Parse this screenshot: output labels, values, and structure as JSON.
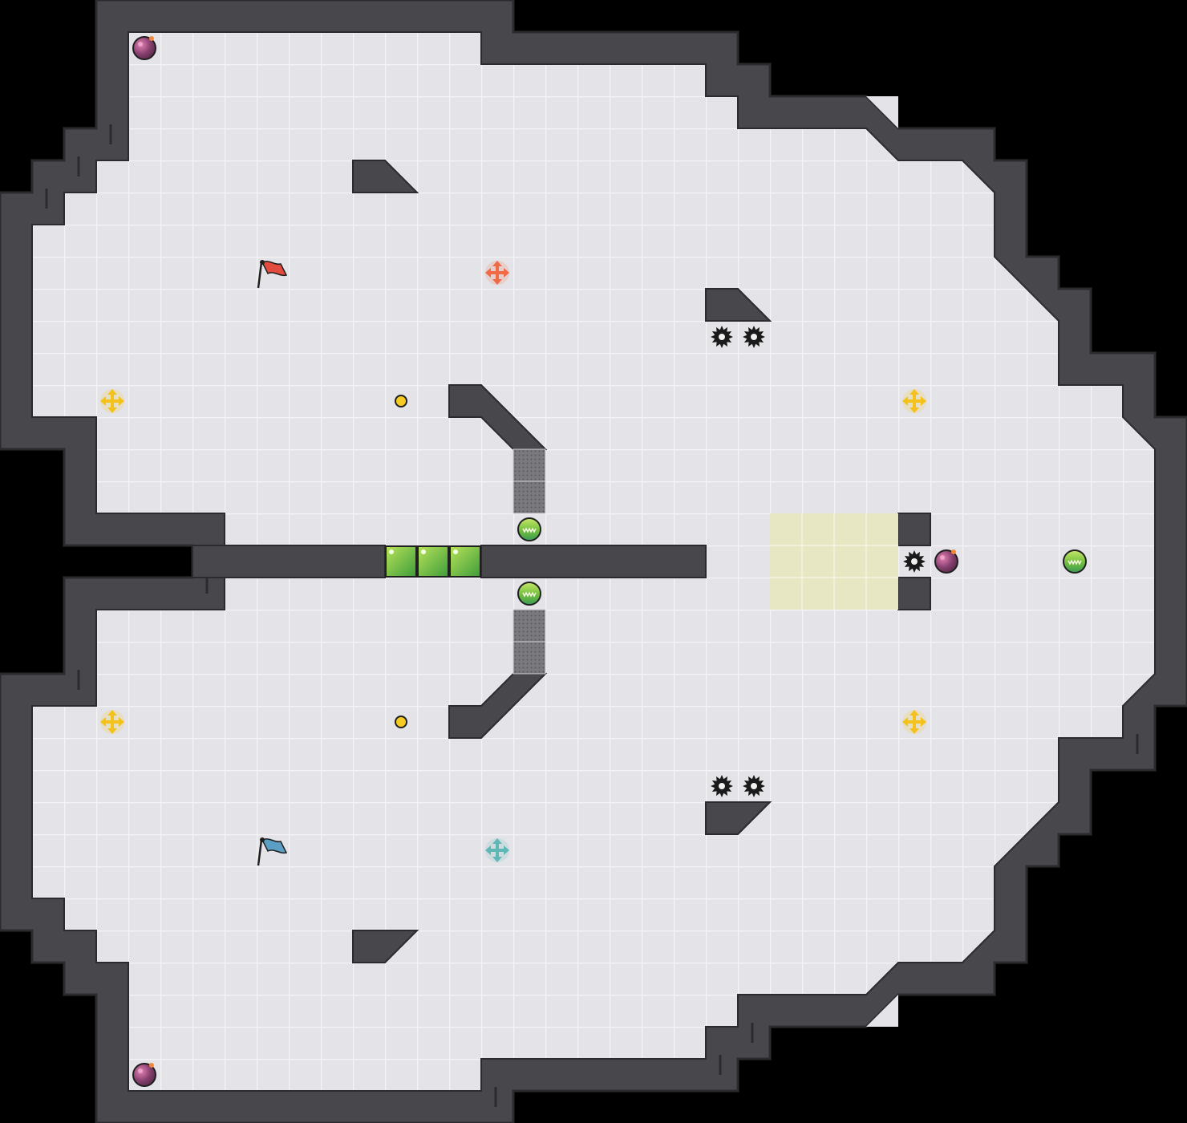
{
  "colors": {
    "background": "#000000",
    "wall": "#48484c",
    "wall_edge": "#2b2b2e",
    "floor": "#e4e4e8",
    "floor_line": "#f4f4f6",
    "ctf_zone": "#e8e7c4",
    "red_team": "#e24b3e",
    "blue_team": "#5c9fc4",
    "neutral_boost": "#f3c21c",
    "red_boost": "#ef6a45",
    "blue_boost": "#5fb8b6",
    "gate": "#8bcb2e",
    "bomb": "#7a3f7a",
    "spike": "#1a1a1a",
    "powerup": "#f6cc24"
  },
  "map": {
    "flags": [
      {
        "team": "red",
        "icon": "red-flag-icon"
      },
      {
        "team": "blue",
        "icon": "blue-flag-icon"
      }
    ],
    "team_boosts": [
      {
        "team": "red",
        "icon": "red-boost-icon"
      },
      {
        "team": "blue",
        "icon": "blue-boost-icon"
      }
    ],
    "neutral_boosts": [
      {
        "icon": "neutral-boost-icon"
      },
      {
        "icon": "neutral-boost-icon"
      },
      {
        "icon": "neutral-boost-icon"
      },
      {
        "icon": "neutral-boost-icon"
      }
    ],
    "bombs": [
      {
        "icon": "bomb-icon"
      },
      {
        "icon": "bomb-icon"
      },
      {
        "icon": "bomb-icon"
      }
    ],
    "spikes": [
      {
        "icon": "spike-icon"
      },
      {
        "icon": "spike-icon"
      },
      {
        "icon": "spike-icon"
      },
      {
        "icon": "spike-icon"
      },
      {
        "icon": "spike-icon"
      }
    ],
    "gate_buttons": [
      {
        "icon": "gate-button-icon"
      },
      {
        "icon": "gate-button-icon"
      },
      {
        "icon": "gate-button-icon"
      }
    ],
    "gate_tiles": [
      {
        "state": "green"
      },
      {
        "state": "green"
      },
      {
        "state": "green"
      }
    ],
    "powerups": [
      {
        "icon": "powerup-icon"
      },
      {
        "icon": "powerup-icon"
      }
    ],
    "speed_pads": [
      {
        "icon": "speed-pad-icon"
      },
      {
        "icon": "speed-pad-icon"
      },
      {
        "icon": "speed-pad-icon"
      },
      {
        "icon": "speed-pad-icon"
      }
    ]
  }
}
